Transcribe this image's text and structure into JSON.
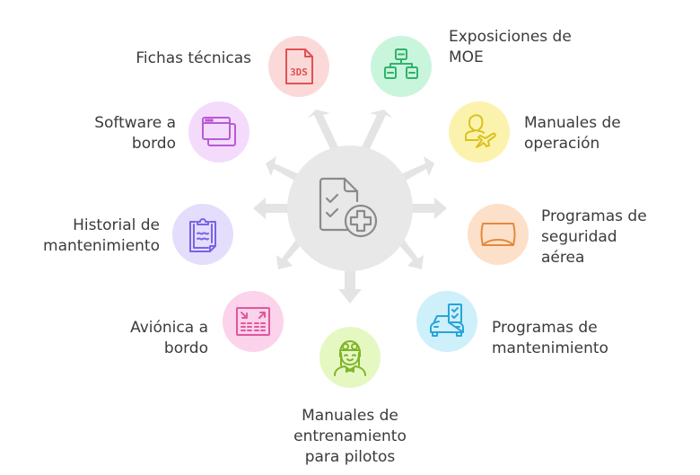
{
  "diagram": {
    "type": "radial-hub",
    "center": {
      "icon": "checklist-document-add-icon",
      "color": "#8a8a8a",
      "bg": "#e8e8e8"
    },
    "items": [
      {
        "id": "fichas",
        "lines": [
          "Fichas técnicas"
        ],
        "icon": "3ds-file-icon",
        "color": "#e05252",
        "bg": "#fcd9d9"
      },
      {
        "id": "moe",
        "lines": [
          "Exposiciones de",
          "MOE"
        ],
        "icon": "hierarchy-icon",
        "color": "#2fb36a",
        "bg": "#c9f5dd"
      },
      {
        "id": "software",
        "lines": [
          "Software a",
          "bordo"
        ],
        "icon": "windows-icon",
        "color": "#b85ad6",
        "bg": "#f4dbfb"
      },
      {
        "id": "operacion",
        "lines": [
          "Manuales de",
          "operación"
        ],
        "icon": "pilot-plane-icon",
        "color": "#d9c21e",
        "bg": "#fbf3ad"
      },
      {
        "id": "historial",
        "lines": [
          "Historial de",
          "mantenimiento"
        ],
        "icon": "clipboard-icon",
        "color": "#7b62e6",
        "bg": "#e4ddfc"
      },
      {
        "id": "seguridad",
        "lines": [
          "Programas de",
          "seguridad",
          "aérea"
        ],
        "icon": "curved-screen-icon",
        "color": "#e48a3a",
        "bg": "#fde0c9"
      },
      {
        "id": "avionica",
        "lines": [
          "Aviónica a",
          "bordo"
        ],
        "icon": "panel-arrows-icon",
        "color": "#e0579f",
        "bg": "#fbd3ea"
      },
      {
        "id": "mantenimiento",
        "lines": [
          "Programas de",
          "mantenimiento"
        ],
        "icon": "car-checklist-icon",
        "color": "#2aa3d8",
        "bg": "#cdf0fb"
      },
      {
        "id": "entrenamiento",
        "lines": [
          "Manuales de",
          "entrenamiento",
          "para pilotos"
        ],
        "icon": "pilot-goggles-icon",
        "color": "#7fb52a",
        "bg": "#e6f8c2"
      }
    ]
  }
}
